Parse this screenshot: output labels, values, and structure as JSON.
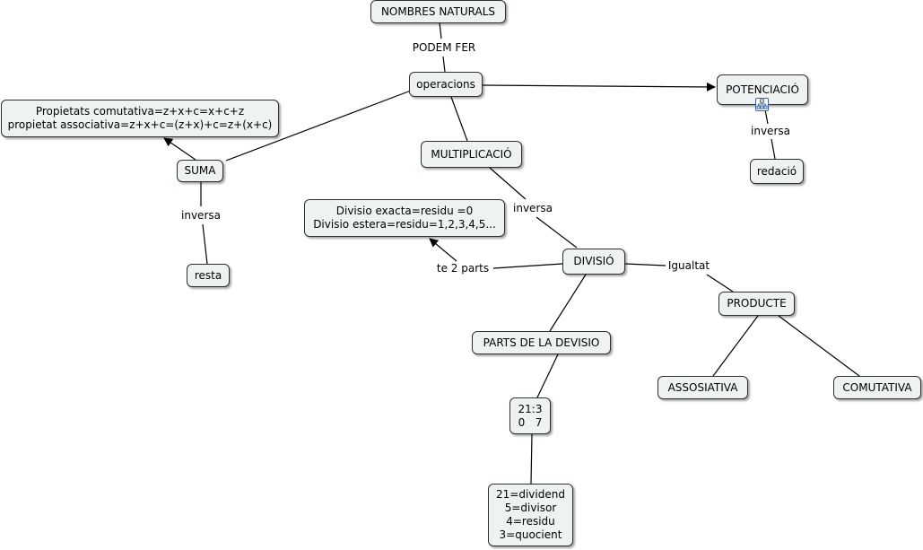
{
  "nodes": {
    "nombres_naturals": "NOMBRES NATURALS",
    "operacions": "operacions",
    "potenciacio": "POTENCIACIÓ",
    "redacio": "redació",
    "propietats": "Propietats comutativa=z+x+c=x+c+z\npropietat associativa=z+x+c=(z+x)+c=z+(x+c)",
    "suma": "SUMA",
    "resta": "resta",
    "multiplicacio": "MULTIPLICACIÓ",
    "divisio_tipus": "Divisio exacta=residu =0\nDivisio estera=residu=1,2,3,4,5...",
    "divisio": "DIVISIÓ",
    "producte": "PRODUCTE",
    "parts_devisio": "PARTS DE LA DEVISIO",
    "exemple": "21:3\n0   7",
    "assosiativa": "ASSOSIATIVA",
    "comutativa": "COMUTATIVA",
    "definicions": "21=dividend\n5=divisor\n4=residu\n3=quocient"
  },
  "links": {
    "podem_fer": "PODEM FER",
    "inversa_suma": "inversa",
    "inversa_potencia": "inversa",
    "inversa_multi": "inversa",
    "te_2_parts": "te 2 parts",
    "igualtat": "Igualtat"
  },
  "icons": {
    "potenciacio_resource": "hierarchy-icon"
  },
  "colors": {
    "node_fill": "#eef2f3",
    "node_border": "#2f2f2f",
    "line": "#000000",
    "icon_blue": "#3a63a8"
  }
}
